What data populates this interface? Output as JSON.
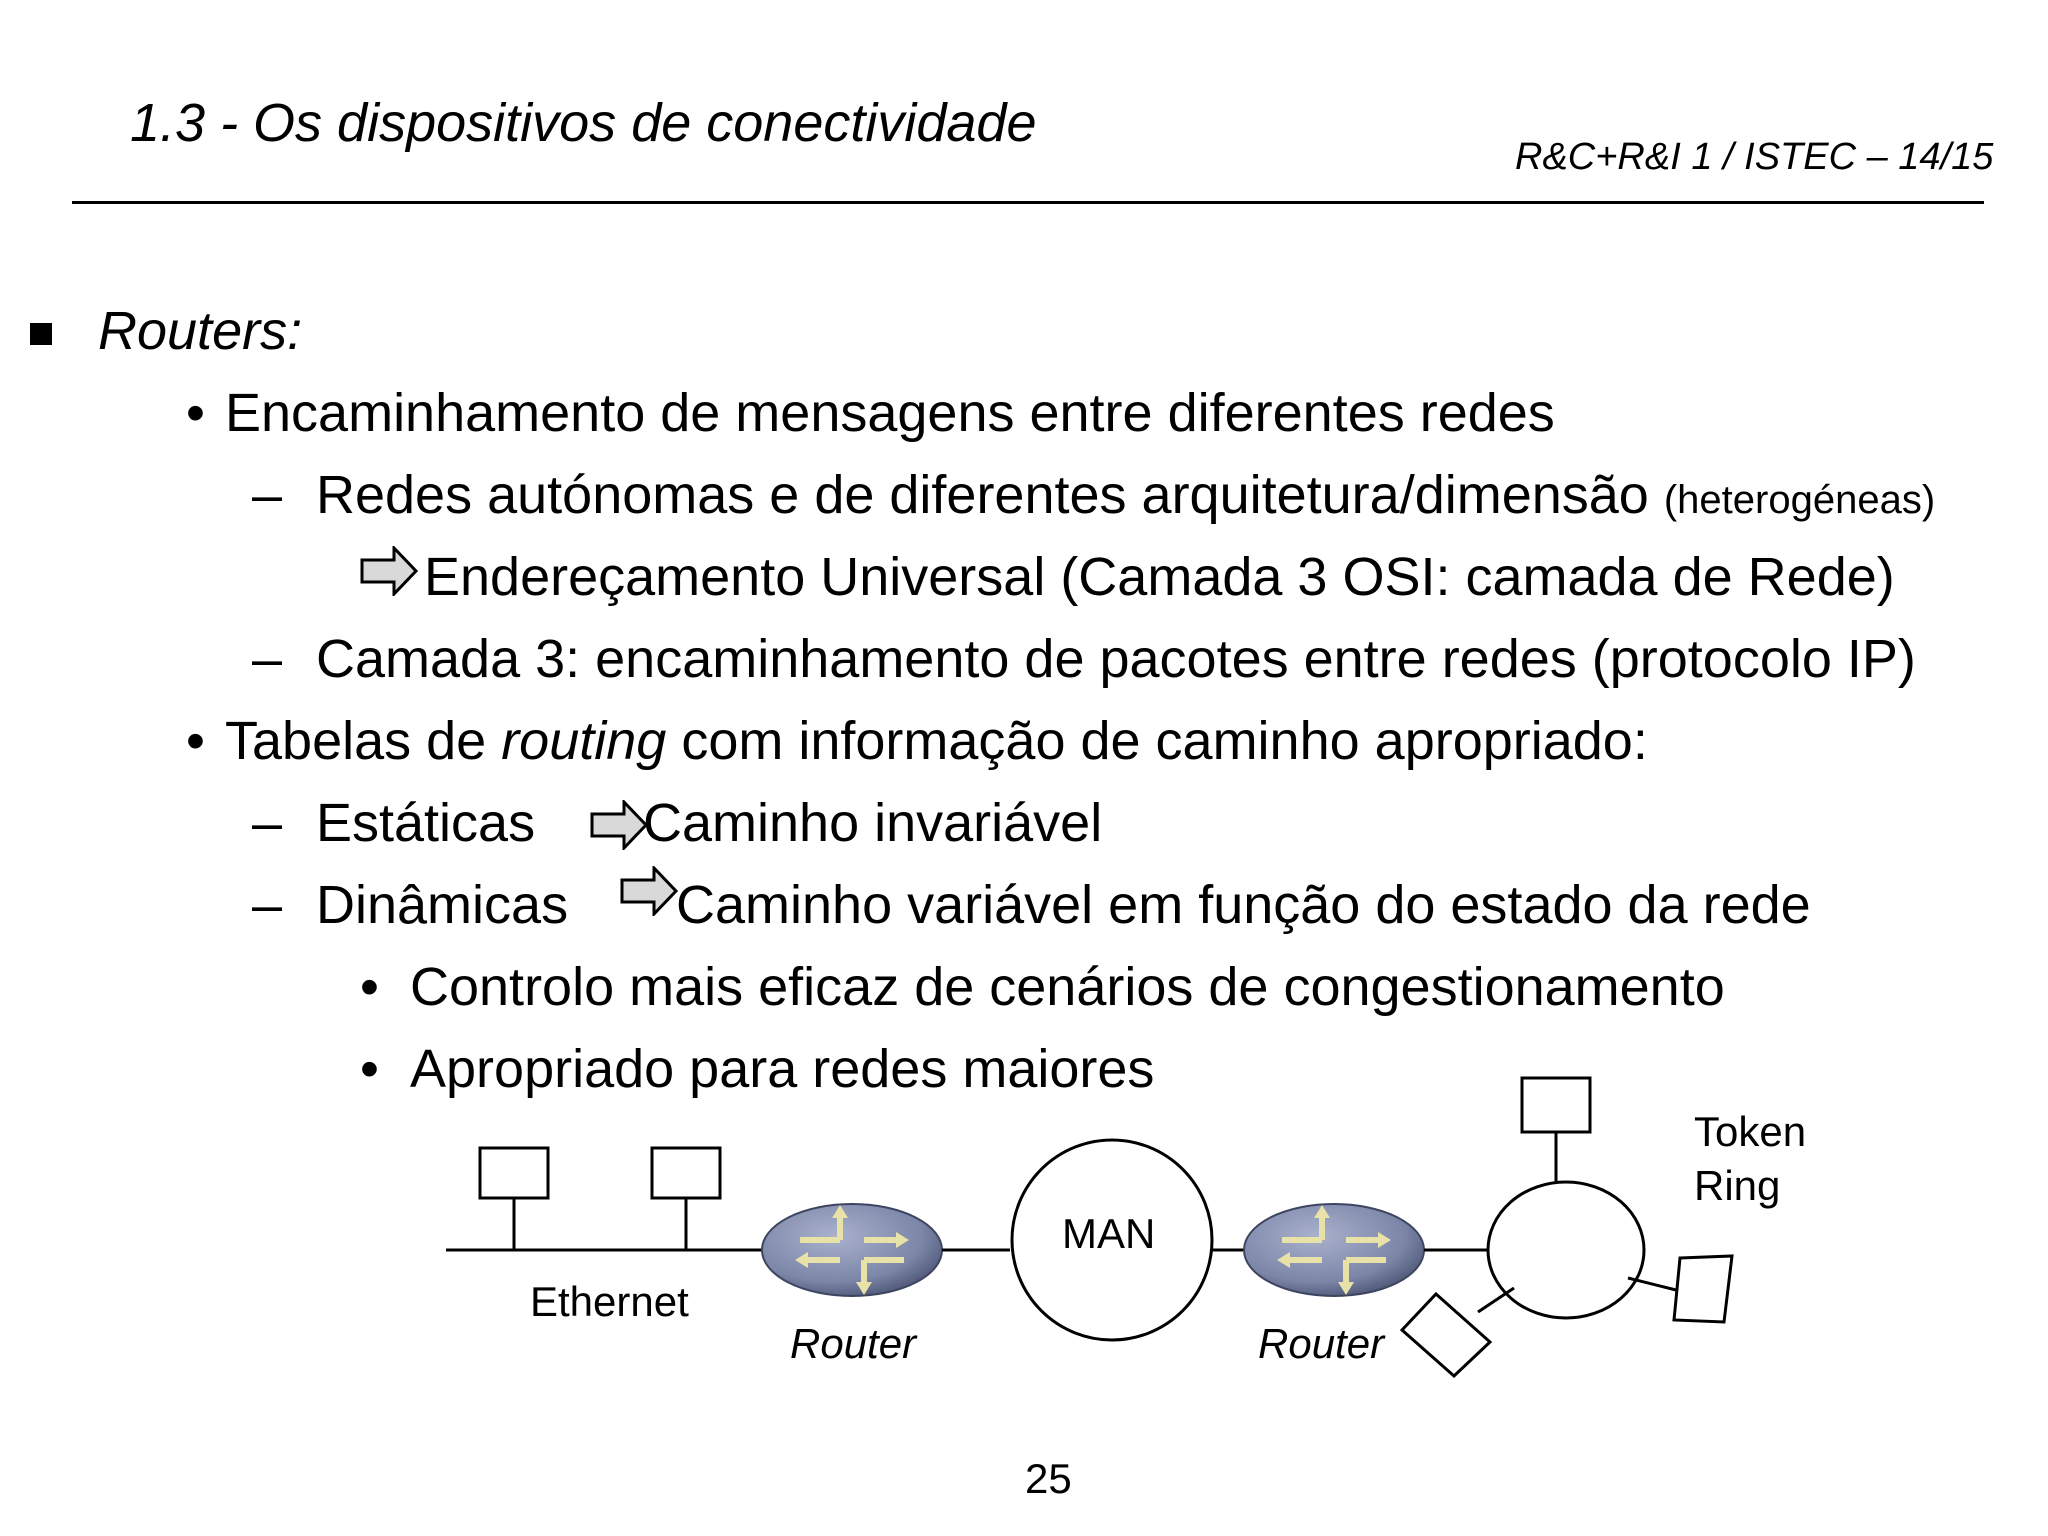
{
  "header": {
    "title": "1.3 - Os dispositivos de conectividade",
    "course": "R&C+R&I 1 / ISTEC – 14/15"
  },
  "content": {
    "heading": "Routers:",
    "b1": "Encaminhamento de mensagens entre diferentes redes",
    "b1_d1_main": "Redes autónomas e de diferentes arquitetura/dimensão",
    "b1_d1_note": "(heterogéneas)",
    "b1_d1_arrow": "Endereçamento Universal (Camada 3 OSI: camada de Rede)",
    "b1_d2": "Camada 3: encaminhamento de pacotes entre redes (protocolo IP)",
    "b2_pre": "Tabelas de ",
    "b2_em": "routing",
    "b2_post": " com informação de caminho apropriado:",
    "b2_d1_label": "Estáticas",
    "b2_d1_result": "Caminho invariável",
    "b2_d2_label": "Dinâmicas",
    "b2_d2_result": "Caminho variável em função do estado da rede",
    "b2_d2_s1": "Controlo mais eficaz de cenários de congestionamento",
    "b2_d2_s2": "Apropriado para redes maiores"
  },
  "diagram": {
    "ethernet": "Ethernet",
    "router": "Router",
    "man": "MAN",
    "token_ring": [
      "Token",
      "Ring"
    ]
  },
  "footer": {
    "page": "25"
  },
  "colors": {
    "router_body": "#7c86a8",
    "router_arrow": "#e8e2a8",
    "arrow_fill": "#d9d9d9"
  }
}
